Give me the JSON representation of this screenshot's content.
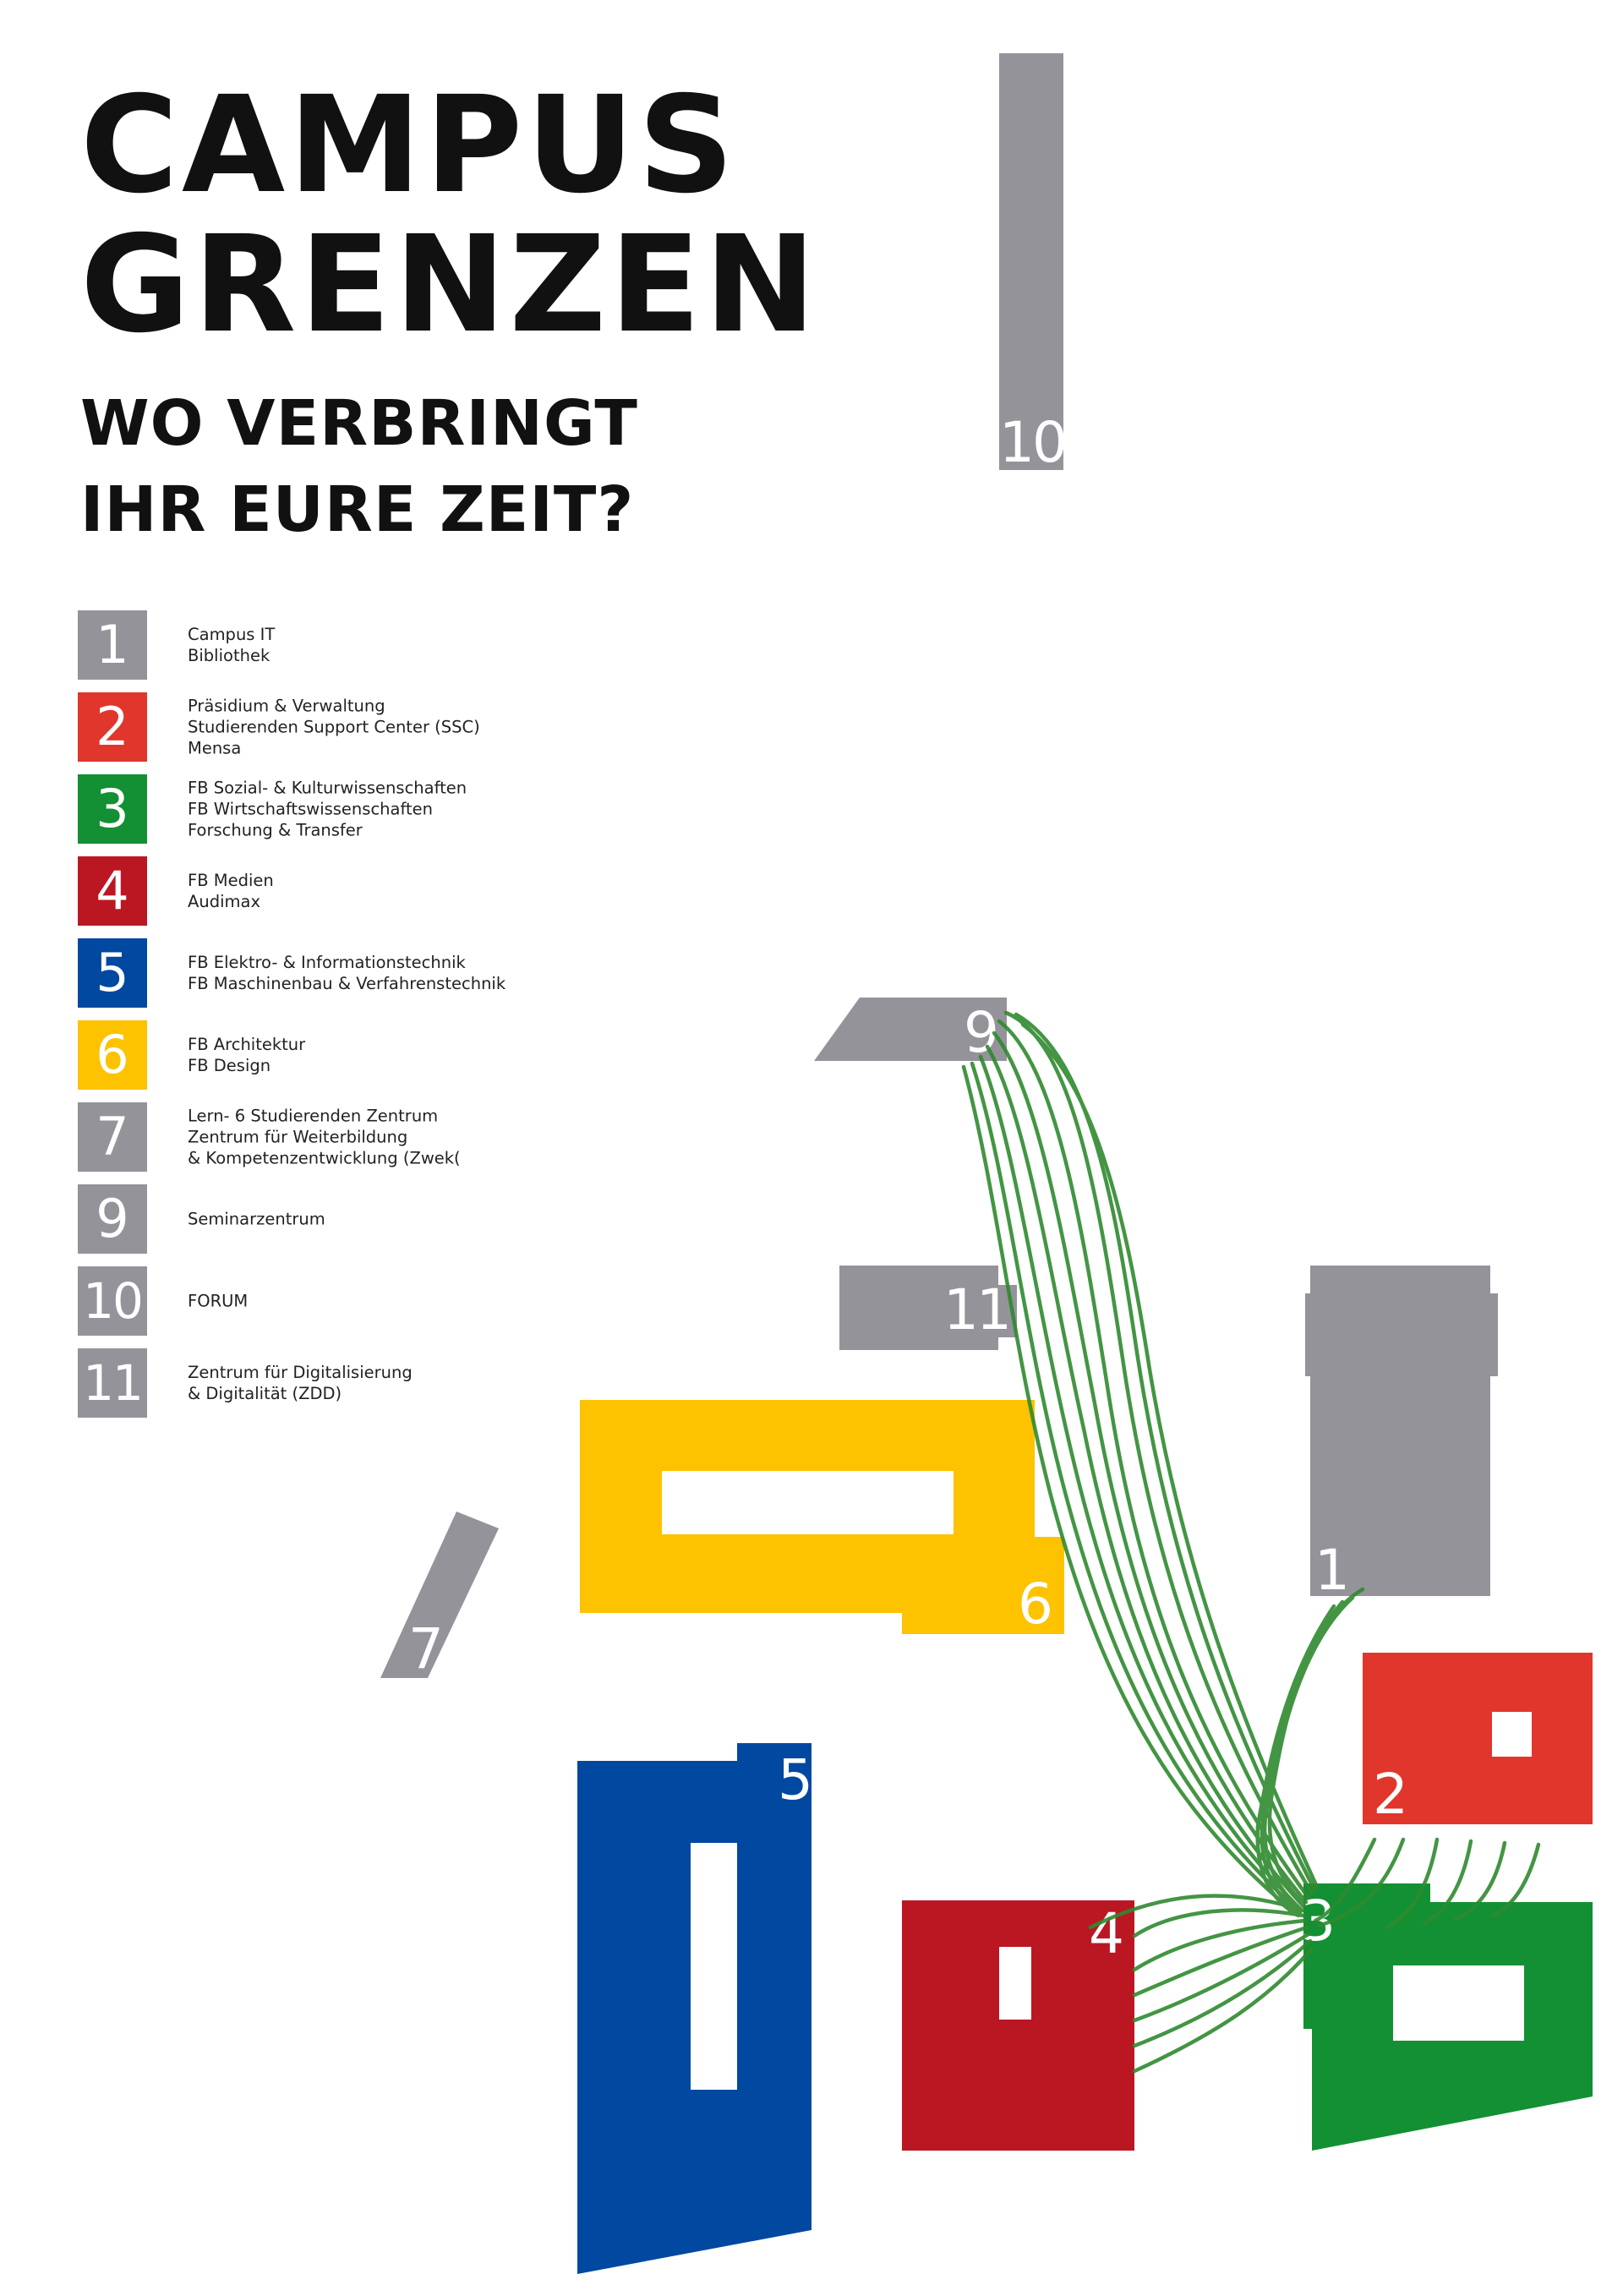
{
  "title": {
    "line1": "CAMPUS",
    "line2": "GRENZEN"
  },
  "subtitle": {
    "line1": "WO VERBRINGT",
    "line2": "IHR EURE ZEIT?"
  },
  "colors": {
    "gray": "#95939A",
    "red": "#E1362C",
    "green": "#139033",
    "darkred": "#BB1723",
    "blue": "#0048A0",
    "yellow": "#FDC200",
    "path": "#2F8A2F"
  },
  "legend": [
    {
      "num": "1",
      "color": "#95939A",
      "text": "Campus IT\nBibliothek"
    },
    {
      "num": "2",
      "color": "#E1362C",
      "text": "Präsidium & Verwaltung\nStudierenden Support Center (SSC)\nMensa"
    },
    {
      "num": "3",
      "color": "#139033",
      "text": "FB Sozial- & Kulturwissenschaften\nFB Wirtschaftswissenschaften\nForschung & Transfer"
    },
    {
      "num": "4",
      "color": "#BB1723",
      "text": "FB Medien\nAudimax"
    },
    {
      "num": "5",
      "color": "#0048A0",
      "text": "FB Elektro- & Informationstechnik\nFB Maschinenbau & Verfahrenstechnik"
    },
    {
      "num": "6",
      "color": "#FDC200",
      "text": "FB Architektur\nFB Design"
    },
    {
      "num": "7",
      "color": "#95939A",
      "text": "Lern- 6 Studierenden Zentrum\nZentrum für Weiterbildung\n& Kompetenzentwicklung (Zwek("
    },
    {
      "num": "9",
      "color": "#95939A",
      "text": "Seminarzentrum"
    },
    {
      "num": "10",
      "color": "#95939A",
      "text": "FORUM"
    },
    {
      "num": "11",
      "color": "#95939A",
      "text": "Zentrum für Digitalisierung\n& Digitalität (ZDD)"
    }
  ],
  "map_labels": {
    "b1": "1",
    "b2": "2",
    "b3": "3",
    "b4": "4",
    "b5": "5",
    "b6": "6",
    "b7": "7",
    "b9": "9",
    "b10": "10",
    "b11": "11"
  }
}
